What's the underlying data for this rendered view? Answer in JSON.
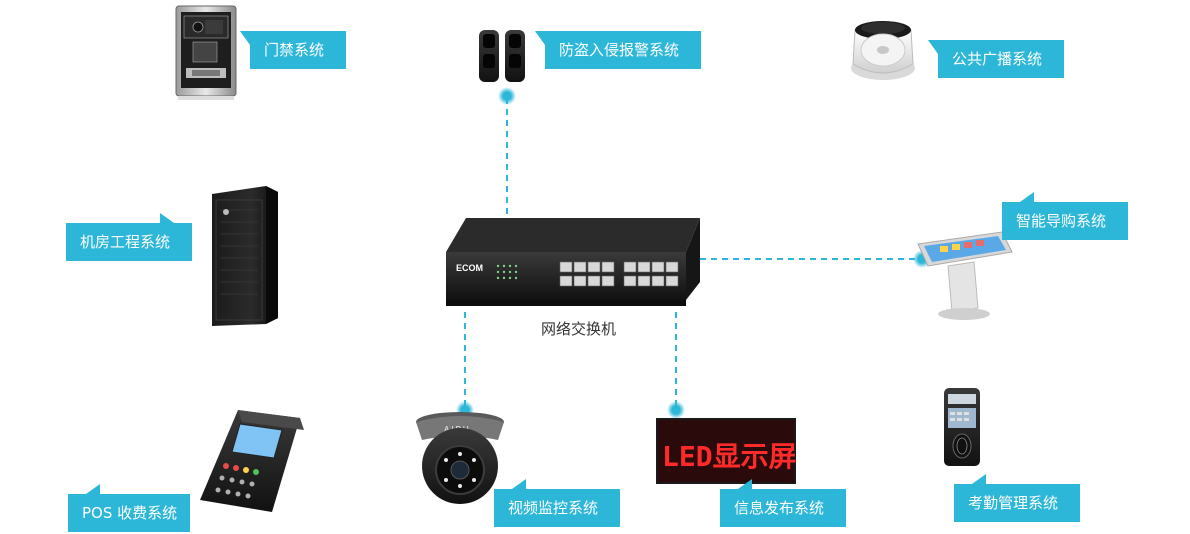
{
  "switch": {
    "caption": "网络交换机",
    "brand": "ECOM"
  },
  "led_sign": {
    "text": "LED显示屏"
  },
  "camera": {
    "brand": "AIPU"
  },
  "systems": [
    {
      "id": "access-control",
      "label": "门禁系统"
    },
    {
      "id": "intrusion-alarm",
      "label": "防盗入侵报警系统"
    },
    {
      "id": "public-broadcast",
      "label": "公共广播系统"
    },
    {
      "id": "server-room",
      "label": "机房工程系统"
    },
    {
      "id": "smart-guide",
      "label": "智能导购系统"
    },
    {
      "id": "pos",
      "label": "POS 收费系统"
    },
    {
      "id": "video-surveillance",
      "label": "视频监控系统"
    },
    {
      "id": "info-release",
      "label": "信息发布系统"
    },
    {
      "id": "attendance",
      "label": "考勤管理系统"
    }
  ],
  "colors": {
    "label_bg": "#2cb6d8",
    "connector": "#2cb6d8",
    "label_text": "#ffffff"
  }
}
